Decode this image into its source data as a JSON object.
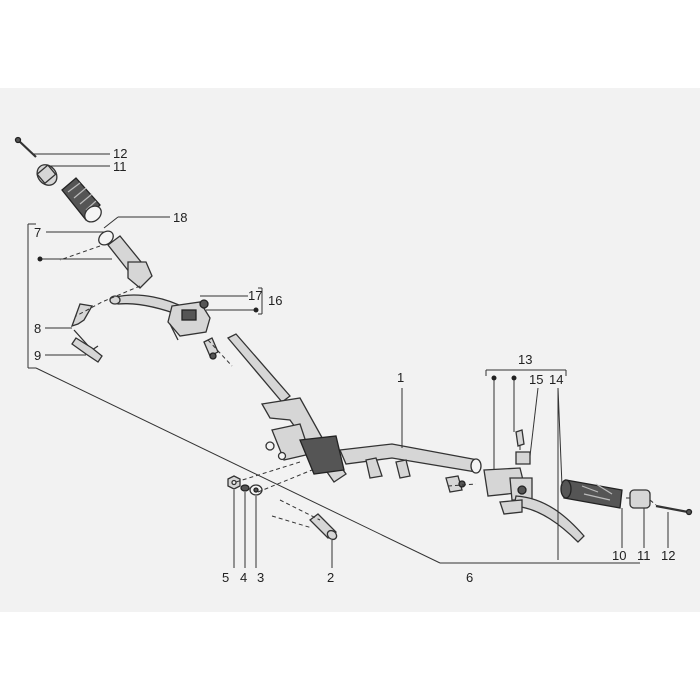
{
  "diagram": {
    "callouts": {
      "c1": "1",
      "c2": "2",
      "c3": "3",
      "c4": "4",
      "c5": "5",
      "c6": "6",
      "c7": "7",
      "c8": "8",
      "c9": "9",
      "c10": "10",
      "c11_top": "11",
      "c11_right": "11",
      "c12_top": "12",
      "c12_right": "12",
      "c13": "13",
      "c14": "14",
      "c15": "15",
      "c16": "16",
      "c17": "17",
      "c18": "18"
    }
  }
}
